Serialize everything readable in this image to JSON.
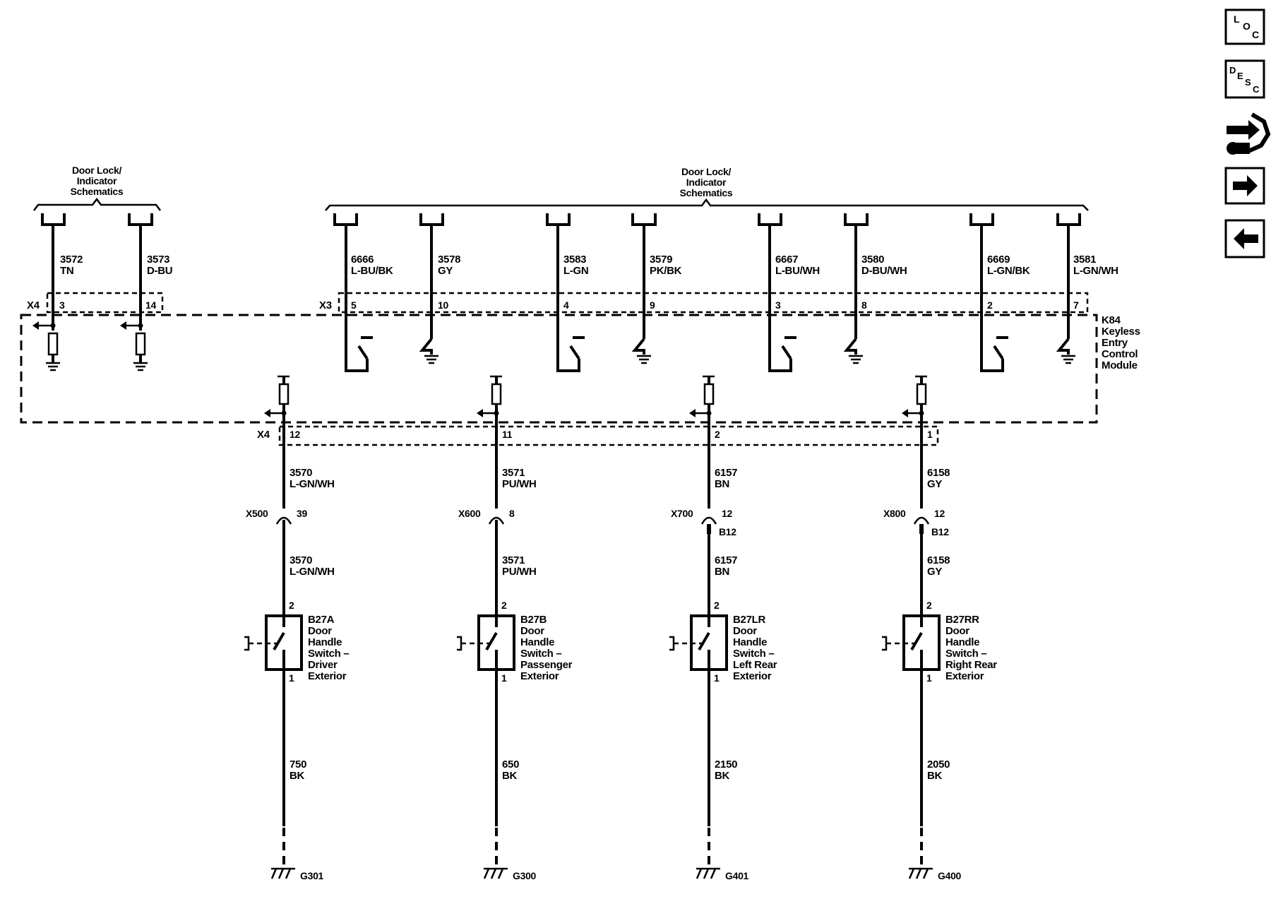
{
  "refs": {
    "left_label": [
      "Door Lock/",
      "Indicator",
      "Schematics"
    ],
    "right_label": [
      "Door Lock/",
      "Indicator",
      "Schematics"
    ]
  },
  "module": {
    "label": [
      "K84",
      "Keyless",
      "Entry",
      "Control",
      "Module"
    ]
  },
  "connectors": {
    "x4": "X4",
    "x3": "X3"
  },
  "inputs_left": [
    {
      "circuit": "3572",
      "color": "TN",
      "pin": "3"
    },
    {
      "circuit": "3573",
      "color": "D-BU",
      "pin": "14"
    }
  ],
  "inputs_right": [
    {
      "circuit": "6666",
      "color": "L-BU/BK",
      "pin": "5"
    },
    {
      "circuit": "3578",
      "color": "GY",
      "pin": "10"
    },
    {
      "circuit": "3583",
      "color": "L-GN",
      "pin": "4"
    },
    {
      "circuit": "3579",
      "color": "PK/BK",
      "pin": "9"
    },
    {
      "circuit": "6667",
      "color": "L-BU/WH",
      "pin": "3"
    },
    {
      "circuit": "3580",
      "color": "D-BU/WH",
      "pin": "8"
    },
    {
      "circuit": "6669",
      "color": "L-GN/BK",
      "pin": "2"
    },
    {
      "circuit": "3581",
      "color": "L-GN/WH",
      "pin": "7"
    }
  ],
  "outputs": [
    {
      "pin": "12",
      "circuit": "3570",
      "color": "L-GN/WH",
      "inline": "X500",
      "inline_pin": "39",
      "inline_pin2": "",
      "sw_pin_top": "2",
      "sw_pin_bot": "1",
      "switch": [
        "B27A",
        "Door",
        "Handle",
        "Switch –",
        "Driver",
        "Exterior"
      ],
      "ground_circuit": "750",
      "ground_color": "BK",
      "ground": "G301"
    },
    {
      "pin": "11",
      "circuit": "3571",
      "color": "PU/WH",
      "inline": "X600",
      "inline_pin": "8",
      "inline_pin2": "",
      "sw_pin_top": "2",
      "sw_pin_bot": "1",
      "switch": [
        "B27B",
        "Door",
        "Handle",
        "Switch –",
        "Passenger",
        "Exterior"
      ],
      "ground_circuit": "650",
      "ground_color": "BK",
      "ground": "G300"
    },
    {
      "pin": "2",
      "circuit": "6157",
      "color": "BN",
      "inline": "X700",
      "inline_pin": "12",
      "inline_pin2": "B12",
      "sw_pin_top": "2",
      "sw_pin_bot": "1",
      "switch": [
        "B27LR",
        "Door",
        "Handle",
        "Switch –",
        "Left Rear",
        "Exterior"
      ],
      "ground_circuit": "2150",
      "ground_color": "BK",
      "ground": "G401"
    },
    {
      "pin": "1",
      "circuit": "6158",
      "color": "GY",
      "inline": "X800",
      "inline_pin": "12",
      "inline_pin2": "B12",
      "sw_pin_top": "2",
      "sw_pin_bot": "1",
      "switch": [
        "B27RR",
        "Door",
        "Handle",
        "Switch –",
        "Right Rear",
        "Exterior"
      ],
      "ground_circuit": "2050",
      "ground_color": "BK",
      "ground": "G400"
    }
  ],
  "nav": {
    "loc": {
      "letters": [
        "L",
        "O",
        "C"
      ]
    },
    "desc": {
      "letters": [
        "D",
        "E",
        "S",
        "C"
      ]
    },
    "connector_icon": "connector-icon",
    "next_icon": "arrow-right-icon",
    "prev_icon": "arrow-left-icon"
  }
}
